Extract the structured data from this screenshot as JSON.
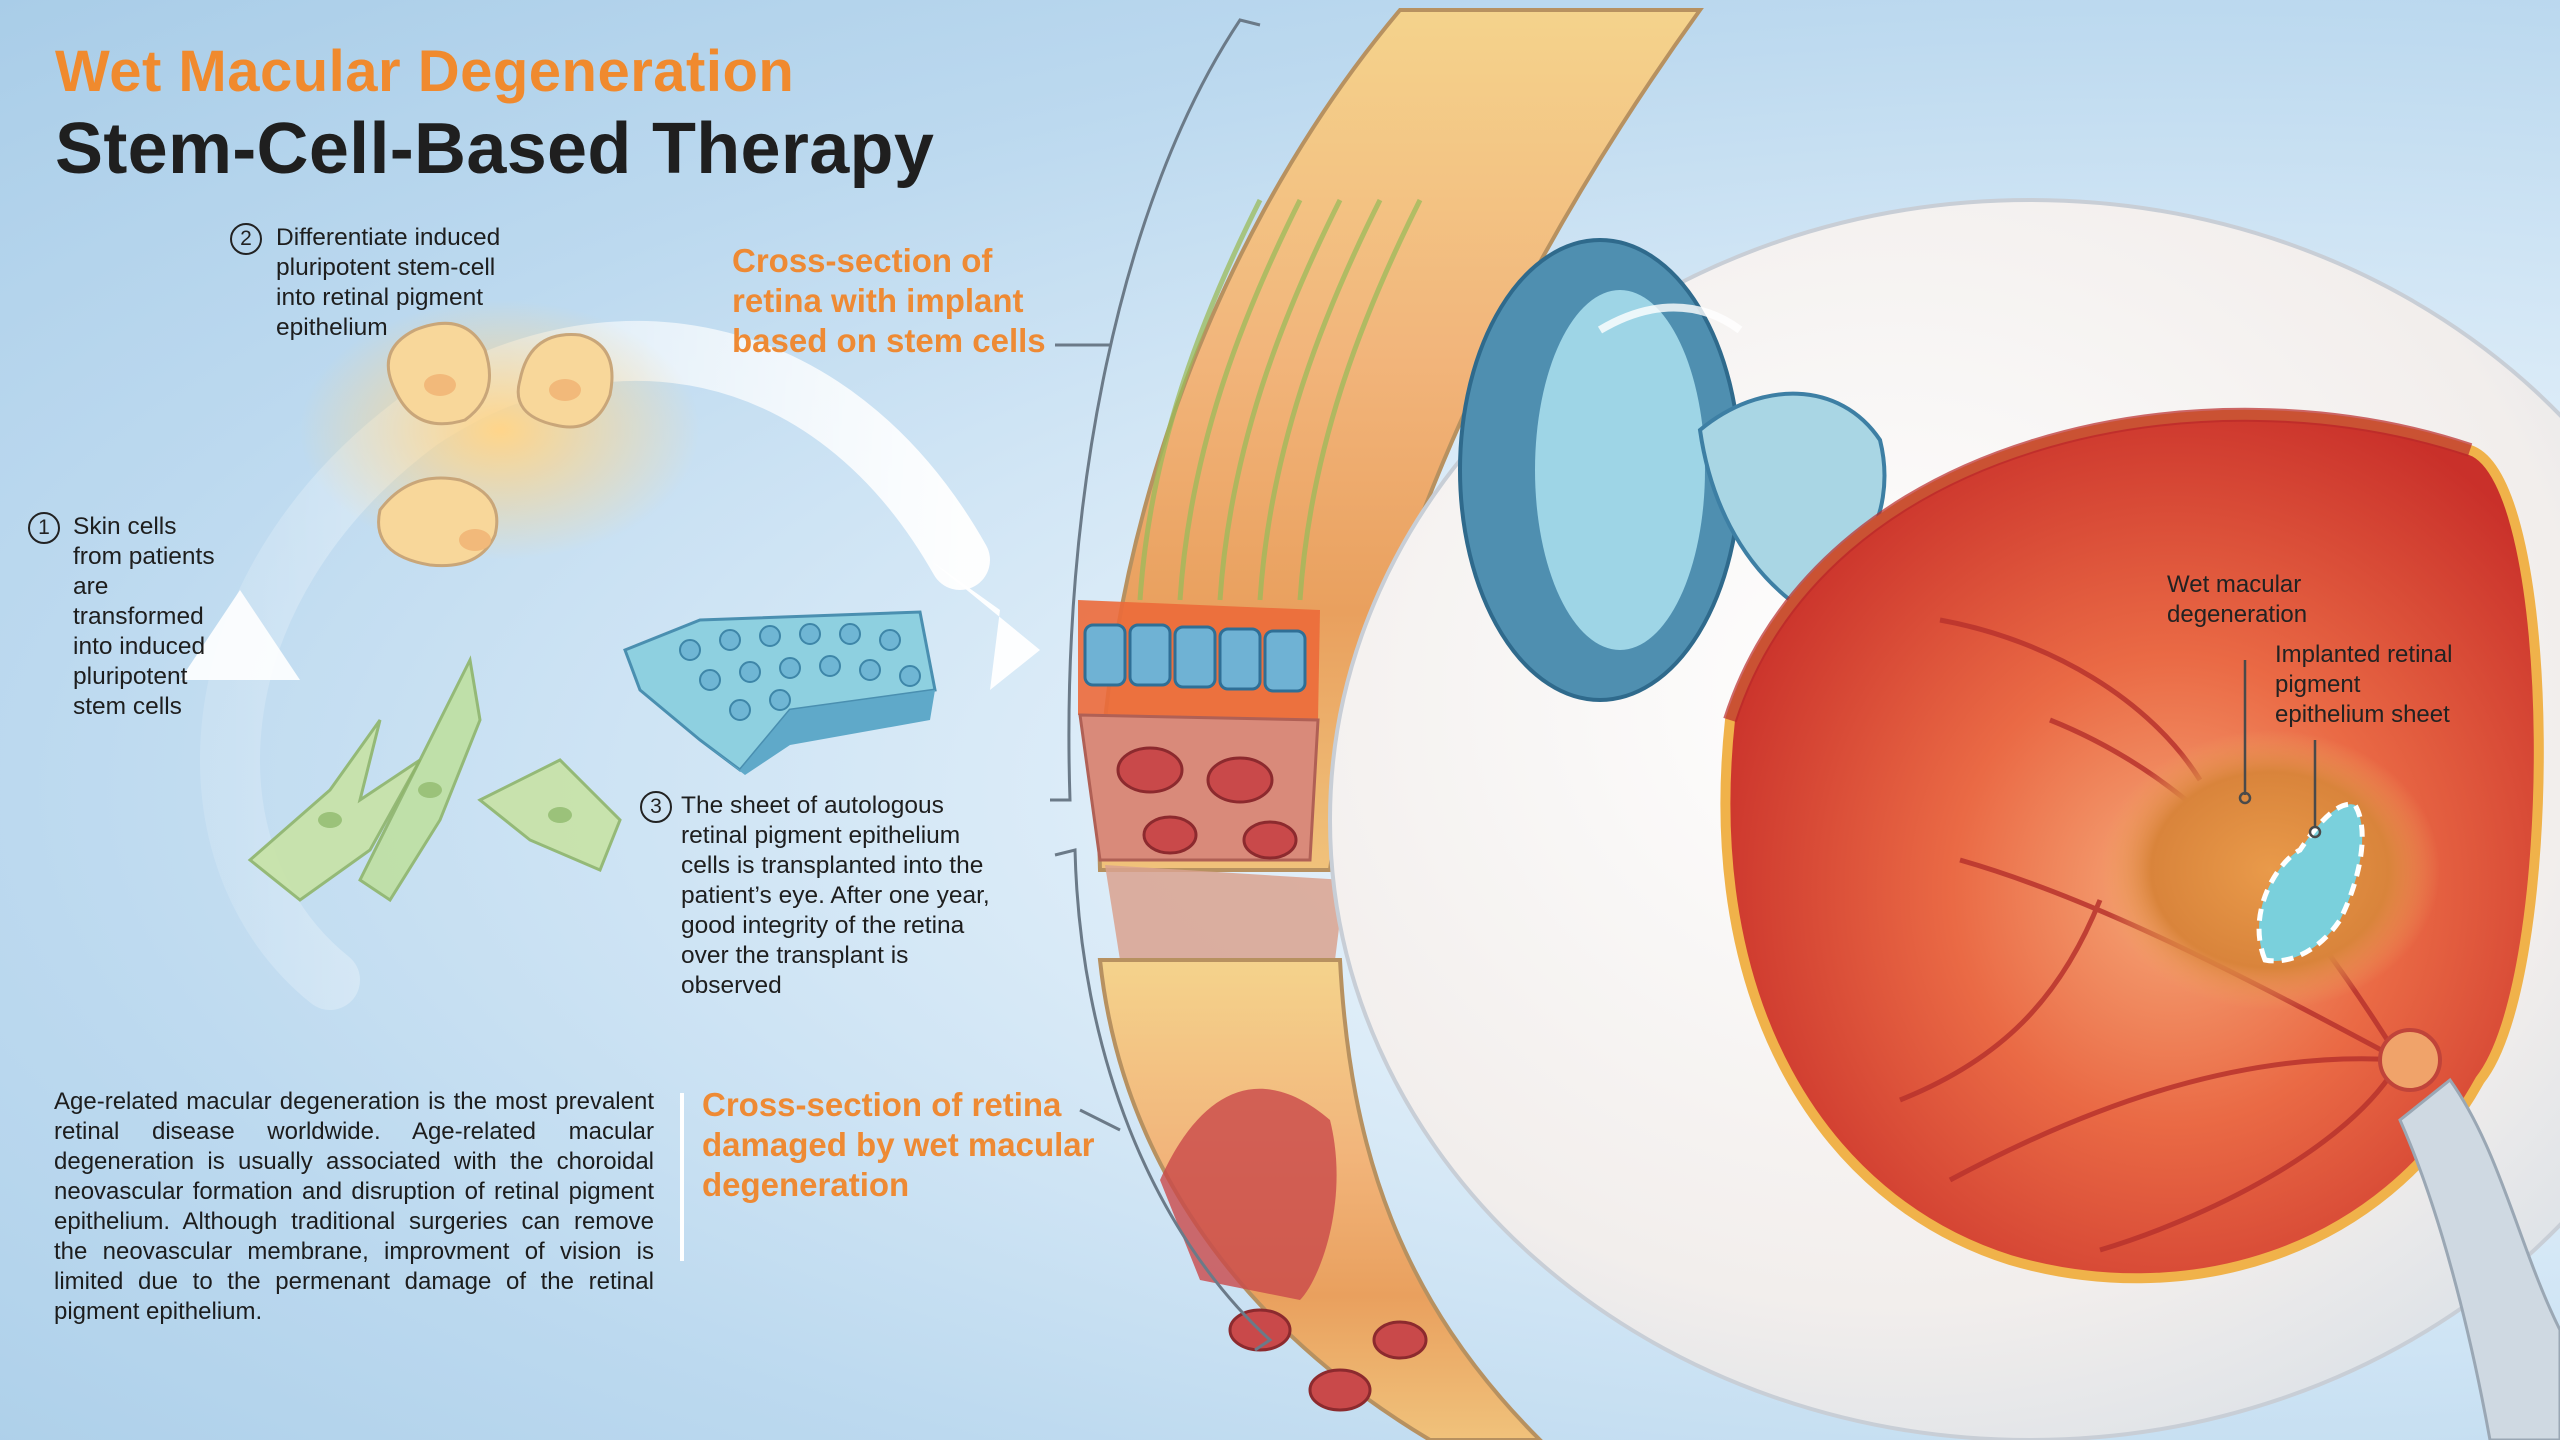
{
  "header": {
    "title": "Wet Macular Degeneration",
    "subtitle": "Stem-Cell-Based Therapy"
  },
  "steps": [
    {
      "number": "1",
      "text": "Skin cells from patients are transformed into induced pluripotent stem cells"
    },
    {
      "number": "2",
      "text": "Differentiate  induced pluripotent stem-cell into retinal pigment epithelium"
    },
    {
      "number": "3",
      "text": "The sheet of autologous retinal pigment epithelium cells is transplanted into the patient’s eye. After one year, good integrity of the retina over the transplant is observed"
    }
  ],
  "cross_sections": {
    "implant_label": "Cross-section of retina with implant based on stem cells",
    "damaged_label": "Cross-section of retina damaged by wet macular degeneration"
  },
  "eye_labels": {
    "wet": "Wet macular degeneration",
    "implant": "Implanted retinal pigment epithelium sheet"
  },
  "description": "Age-related macular degeneration is the most prevalent retinal disease worldwide. Age-related macular degeneration is usually associated with the choroidal neovascular formation and disruption of retinal pigment epithelium. Although traditional surgeries can remove the neovascular membrane, improvment of vision is limited due to the permenant damage of the retinal pigment epithelium.",
  "colors": {
    "accent_orange": "#f08a2e",
    "title_dark": "#1f1f1f",
    "background_blue": "#bcd9ef",
    "retina_red": "#d9432f"
  }
}
